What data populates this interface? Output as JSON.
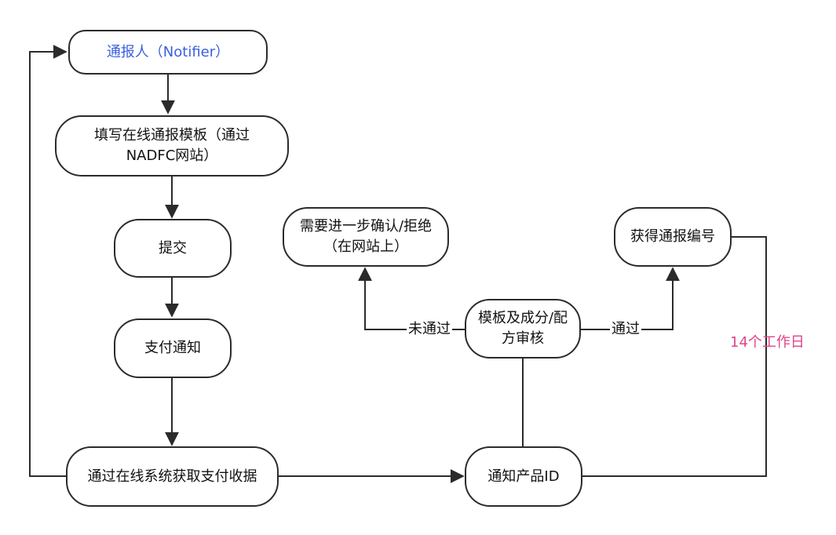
{
  "nodes": {
    "notifier": "通报人（Notifier）",
    "fill_template": "填写在线通报模板（通过NADFC网站）",
    "submit": "提交",
    "pay_notice": "支付通知",
    "get_receipt": "通过在线系统获取支付收据",
    "notify_product_id": "通知产品ID",
    "review": "模板及成分/配方审核",
    "need_confirm": "需要进一步确认/拒绝（在网站上）",
    "get_number": "获得通报编号"
  },
  "edge_labels": {
    "not_passed": "未通过",
    "passed": "通过",
    "working_days": "14个工作日"
  },
  "colors": {
    "notifier_text": "#3b5fdc",
    "working_days_text": "#e0448a",
    "line": "#2b2b2b"
  }
}
